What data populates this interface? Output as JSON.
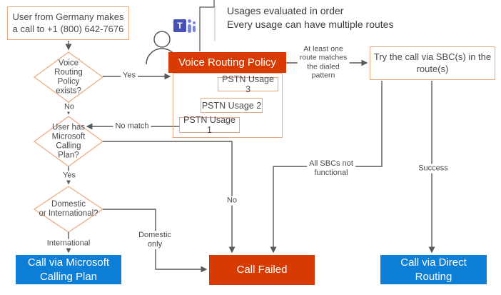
{
  "colors": {
    "accent_orange": "#d83b01",
    "accent_blue": "#0e7fd7",
    "node_border_peach": "#efa783",
    "connector_gray": "#58595b",
    "text_gray": "#4a4a4a",
    "teams_purple": "#464eb8",
    "teams_light_purple": "#7b83eb"
  },
  "annotation": {
    "text": "Usages evaluated in order\nEvery usage can have multiple routes"
  },
  "nodes": {
    "user_call": "User from Germany makes\na call to +1 (800) 642-7676",
    "decision_vrp": "Voice\nRouting\nPolicy\nexists?",
    "decision_plan": "User has\nMicrosoft\nCalling\nPlan?",
    "decision_domestic": "Domestic\nor International?",
    "vrp_header": "Voice Routing Policy",
    "pstn_usage_3": "PSTN Usage 3",
    "pstn_usage_2": "PSTN Usage 2",
    "pstn_usage_1": "PSTN Usage 1",
    "sbc_try": "Try the call via SBC(s) in the\nroute(s)",
    "call_mcp": "Call via Microsoft\nCalling Plan",
    "call_failed": "Call Failed",
    "call_direct": "Call via Direct\nRouting"
  },
  "edge_labels": {
    "yes_vrp": "Yes",
    "no_vrp": "No",
    "no_match": "No match",
    "yes_plan": "Yes",
    "no_plan": "No",
    "international": "International",
    "domestic_only": "Domestic\nonly",
    "route_match": "At least one\nroute matches\nthe dialed\npattern",
    "all_sbcs": "All SBCs not\nfunctional",
    "success": "Success"
  },
  "icons": {
    "teams_t": "T"
  }
}
